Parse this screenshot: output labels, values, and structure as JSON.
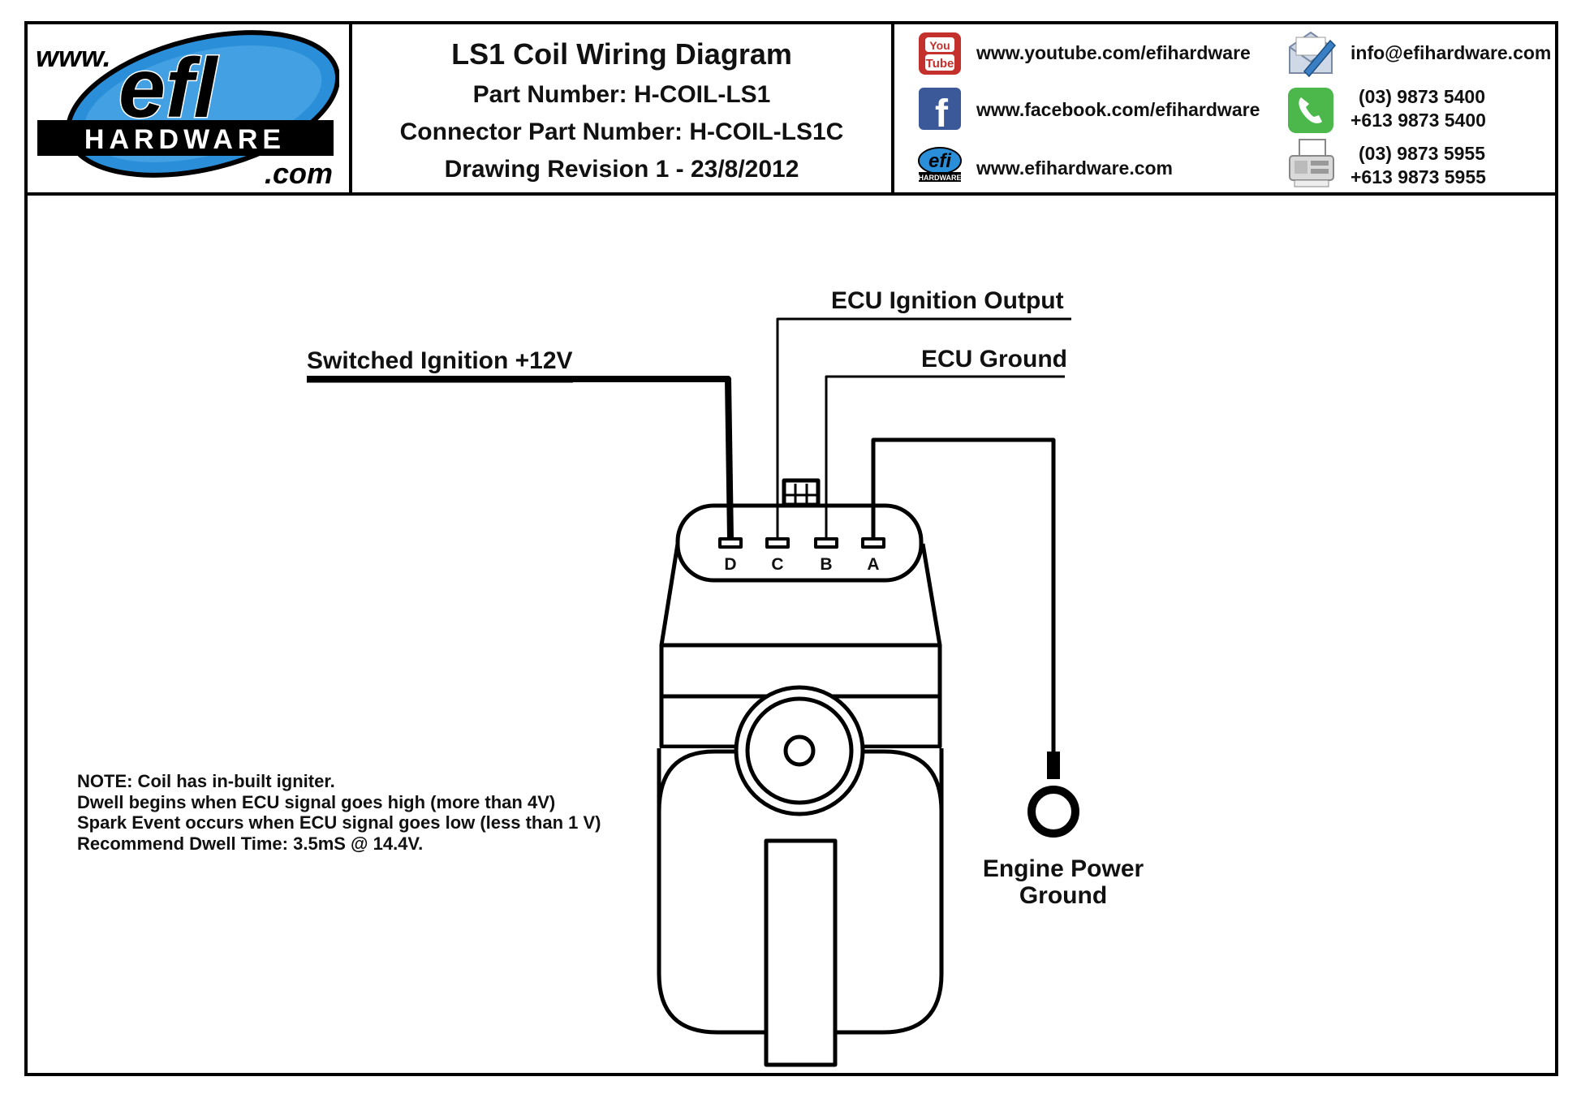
{
  "logo": {
    "prefix": "www.",
    "brand": "efl",
    "name": "HARDWARE",
    "suffix": ".com"
  },
  "title": {
    "main": "LS1 Coil Wiring Diagram",
    "part_number": "Part Number: H-COIL-LS1",
    "connector_part_number": "Connector Part Number: H-COIL-LS1C",
    "revision": "Drawing Revision 1 - 23/8/2012"
  },
  "contacts": {
    "youtube": {
      "icon": "youtube-icon",
      "text": "www.youtube.com/efihardware"
    },
    "facebook": {
      "icon": "facebook-icon",
      "text": "www.facebook.com/efihardware"
    },
    "website": {
      "icon": "efi-logo-icon",
      "text": "www.efihardware.com"
    },
    "email": {
      "icon": "email-icon",
      "text": "info@efihardware.com"
    },
    "phone": {
      "icon": "phone-icon",
      "line1": "(03) 9873 5400",
      "line2": "+613 9873 5400"
    },
    "fax": {
      "icon": "fax-icon",
      "line1": "(03) 9873 5955",
      "line2": "+613 9873 5955"
    }
  },
  "diagram": {
    "wires": {
      "switched_ignition": "Switched Ignition +12V",
      "ecu_ignition_output": "ECU Ignition Output",
      "ecu_ground": "ECU Ground",
      "engine_ground_line1": "Engine Power",
      "engine_ground_line2": "Ground"
    },
    "pins": [
      "D",
      "C",
      "B",
      "A"
    ]
  },
  "note": {
    "line1": "NOTE: Coil has in-built igniter.",
    "line2": "Dwell begins when ECU signal goes high (more than 4V)",
    "line3": "Spark Event occurs when ECU signal goes low (less than 1 V)",
    "line4": "Recommend Dwell Time: 3.5mS @ 14.4V."
  },
  "colors": {
    "youtube_red": "#c4302b",
    "facebook_blue": "#3b5998",
    "phone_green": "#4cb84c",
    "logo_blue": "#2a8fd8"
  }
}
